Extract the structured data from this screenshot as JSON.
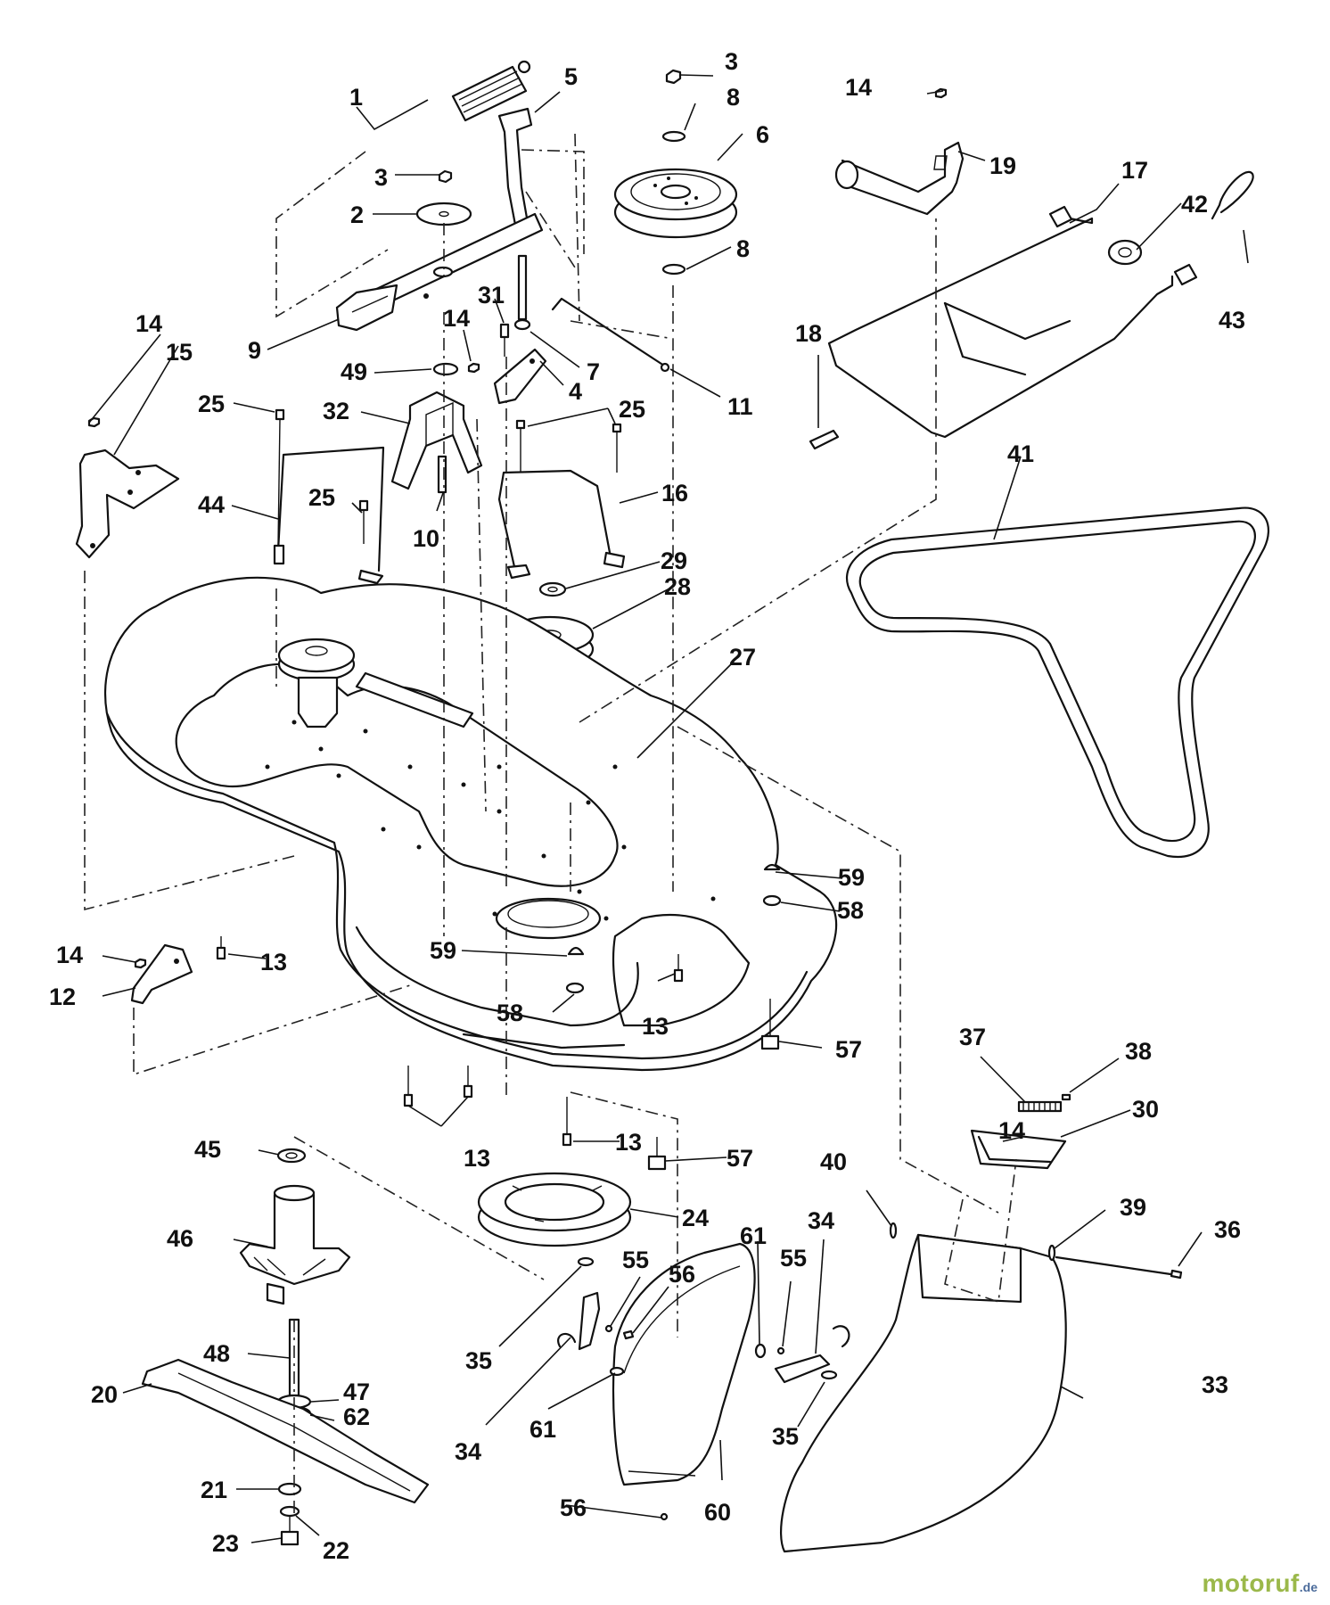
{
  "figure": {
    "callouts": [
      "1",
      "2",
      "3",
      "4",
      "5",
      "6",
      "7",
      "8",
      "9",
      "10",
      "11",
      "12",
      "13",
      "14",
      "15",
      "16",
      "17",
      "18",
      "19",
      "20",
      "21",
      "22",
      "23",
      "24",
      "25",
      "27",
      "28",
      "29",
      "30",
      "31",
      "32",
      "33",
      "34",
      "35",
      "36",
      "37",
      "38",
      "39",
      "40",
      "41",
      "42",
      "43",
      "44",
      "45",
      "46",
      "47",
      "48",
      "49",
      "55",
      "56",
      "57",
      "58",
      "59",
      "60",
      "61",
      "62"
    ]
  },
  "watermark": {
    "main": "motoruf",
    "tld": ".de"
  }
}
